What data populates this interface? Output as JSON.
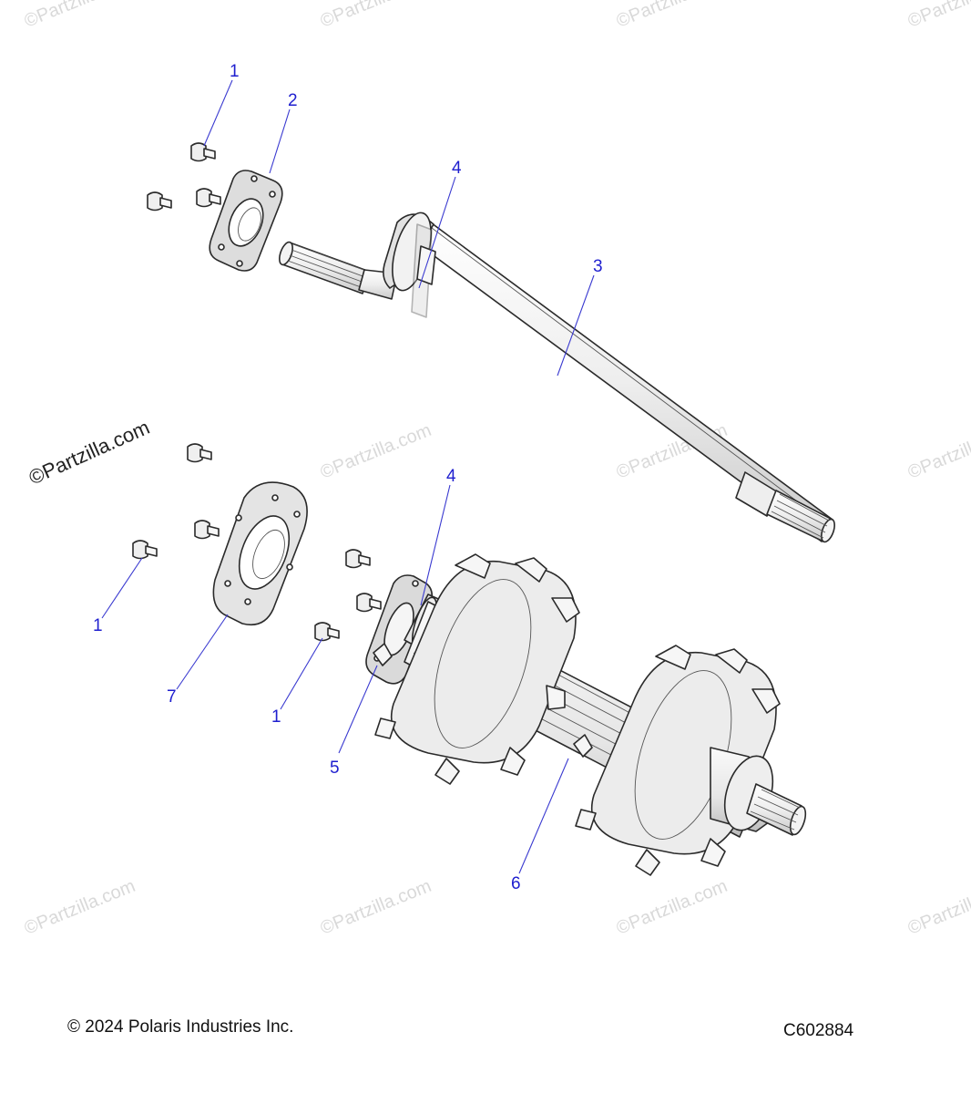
{
  "watermark": {
    "brand_text": "©Partzilla.com"
  },
  "callouts": [
    {
      "id": "callout-1-top",
      "label": "1"
    },
    {
      "id": "callout-2",
      "label": "2"
    },
    {
      "id": "callout-4-top",
      "label": "4"
    },
    {
      "id": "callout-3",
      "label": "3"
    },
    {
      "id": "callout-4-mid",
      "label": "4"
    },
    {
      "id": "callout-1-left",
      "label": "1"
    },
    {
      "id": "callout-7",
      "label": "7"
    },
    {
      "id": "callout-1-mid",
      "label": "1"
    },
    {
      "id": "callout-5",
      "label": "5"
    },
    {
      "id": "callout-6",
      "label": "6"
    }
  ],
  "footer": {
    "copyright": "© 2024 Polaris Industries Inc.",
    "figure_id": "C602884"
  },
  "colors": {
    "callout_text": "#1f1fcf",
    "part_fill": "#f4f4f4",
    "part_shade": "#dcdcdc",
    "outline": "#2a2a2a"
  }
}
